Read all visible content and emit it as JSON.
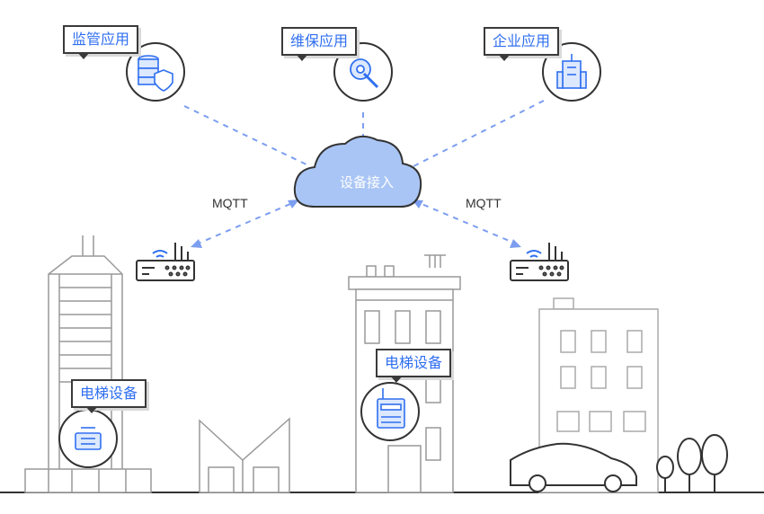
{
  "app_labels": {
    "regulatory": "监管应用",
    "maintenance": "维保应用",
    "enterprise": "企业应用"
  },
  "cloud": {
    "label": "设备接入"
  },
  "protocol": {
    "left": "MQTT",
    "right": "MQTT"
  },
  "devices": {
    "left": "电梯设备",
    "right": "电梯设备"
  },
  "colors": {
    "accent": "#2f6ff0",
    "cloud": "#a9c5f5",
    "line": "#333333",
    "dash": "#7c9ef0"
  }
}
